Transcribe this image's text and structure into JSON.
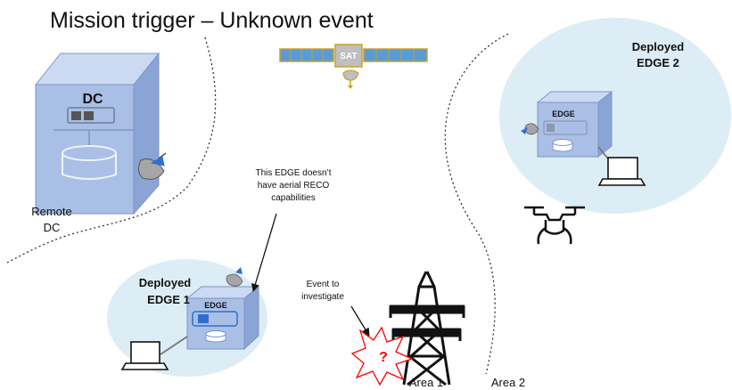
{
  "title": "Mission trigger – Unknown event",
  "satellite": {
    "label": "SAT"
  },
  "dc": {
    "box_label": "DC",
    "caption_line1": "Remote",
    "caption_line2": "DC"
  },
  "edge1": {
    "box_label": "EDGE",
    "caption_line1": "Deployed",
    "caption_line2": "EDGE 1"
  },
  "edge2": {
    "box_label": "EDGE",
    "caption_line1": "Deployed",
    "caption_line2": "EDGE 2"
  },
  "callout": {
    "line1": "This EDGE doesn’t",
    "line2": "have aerial RECO",
    "line3": "capabilities"
  },
  "event": {
    "line1": "Event to",
    "line2": "investigate",
    "marker": "?"
  },
  "areas": {
    "area1": "Area 1",
    "area2": "Area 2"
  },
  "colors": {
    "cube_front": "#a9bfe6",
    "cube_top": "#cbd9f2",
    "cube_side": "#8aa4d6",
    "zone_fill": "#dcedf5",
    "sat_panel": "#5b9bd5",
    "sat_body": "#bfbfbf",
    "event_burst": "#ff0000",
    "accent_blue": "#2f6fd1"
  }
}
